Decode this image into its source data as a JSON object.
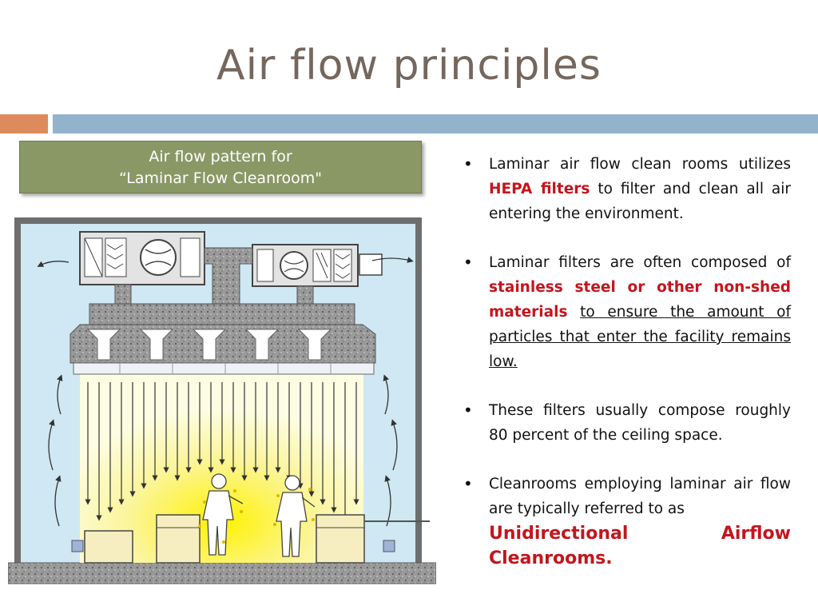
{
  "slide": {
    "title": "Air flow principles",
    "caption_line1": "Air flow pattern for",
    "caption_line2": "“Laminar Flow Cleanroom\"",
    "accent_colors": {
      "orange": "#dd8a5c",
      "blue": "#93b3cd",
      "olive": "#8a9866",
      "red": "#c4151c"
    }
  },
  "bullets": [
    {
      "pre": "Laminar air flow clean rooms utilizes ",
      "hl": "HEPA filters",
      "post": " to filter and clean all air entering the environment."
    },
    {
      "pre": "Laminar filters are often composed of ",
      "hl": "stainless steel or other non-shed materials",
      "mid": " ",
      "underlined": "to ensure the amount of particles that enter the facility remains low."
    },
    {
      "text": " These filters usually compose roughly 80 percent of the ceiling space."
    },
    {
      "pre": " Cleanrooms employing laminar air flow are typically referred to as ",
      "hl_word1": "Unidirectional",
      "hl_word2": "Airflow",
      "hl_line2": "Cleanrooms."
    }
  ]
}
